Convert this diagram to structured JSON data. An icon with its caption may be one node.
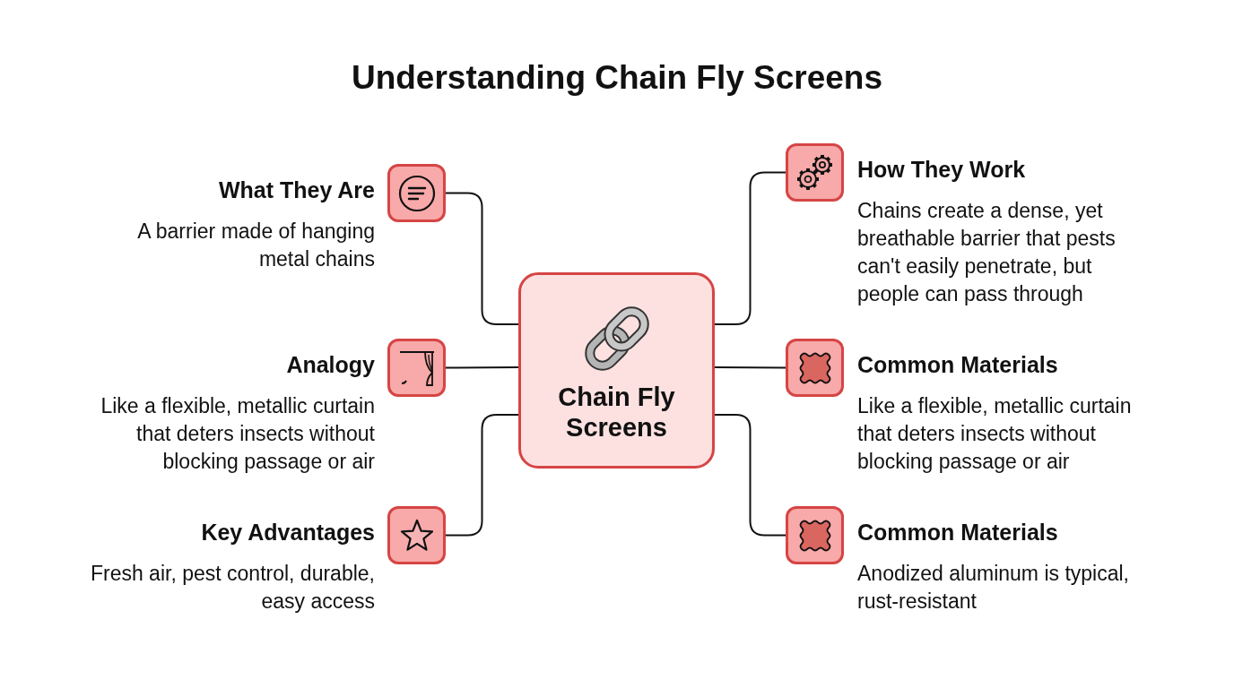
{
  "diagram": {
    "title": "Understanding Chain Fly Screens",
    "nodes": [
      {
        "text": [
          "Chain Fly Screens"
        ]
      },
      {
        "text": [],
        "shape": "box",
        "beside": [
          "What They Are",
          "A barrier made of hanging metal chains"
        ]
      },
      {
        "text": [],
        "shape": "box",
        "beside": [
          "How They Work",
          "Chains create a dense, yet breathable barrier that pests can't easily penetrate, but people can pass through"
        ]
      },
      {
        "text": [],
        "shape": "box",
        "beside": [
          "Analogy",
          "Like a flexible, metallic curtain that deters insects without blocking passage or air"
        ]
      },
      {
        "text": [],
        "shape": "box",
        "beside": [
          "Common Materials",
          "Like a flexible, metallic curtain that deters insects without blocking passage or air"
        ]
      },
      {
        "text": [],
        "shape": "box",
        "beside": [
          "Key Advantages",
          "Fresh air, pest control, durable, easy access"
        ]
      },
      {
        "text": [],
        "shape": "box",
        "beside": [
          "Common Materials",
          "Anodized aluminum is typical, rust-resistant"
        ]
      }
    ],
    "edges": [
      {
        "from": 0,
        "to": 1,
        "arrow": "none"
      },
      {
        "from": 0,
        "to": 2,
        "arrow": "none"
      },
      {
        "from": 0,
        "to": 3,
        "arrow": "none"
      },
      {
        "from": 0,
        "to": 4,
        "arrow": "none"
      },
      {
        "from": 0,
        "to": 5,
        "arrow": "none"
      },
      {
        "from": 0,
        "to": 6,
        "arrow": "none"
      }
    ]
  }
}
